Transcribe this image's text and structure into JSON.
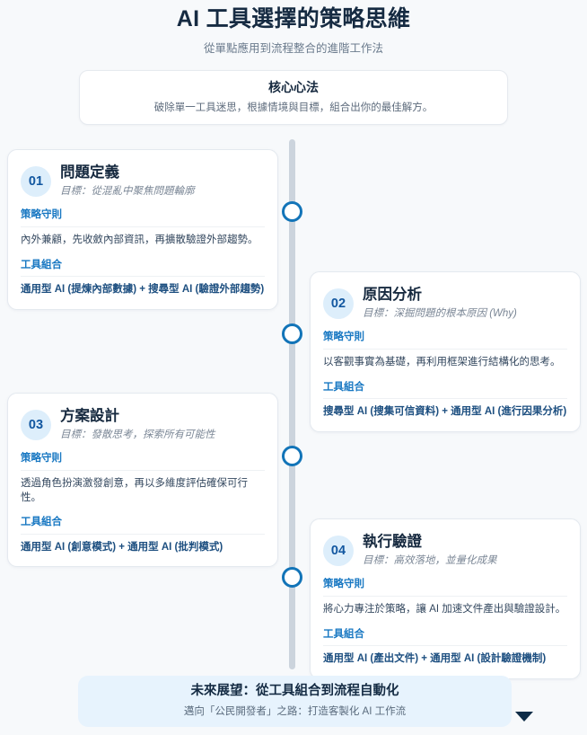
{
  "header": {
    "title": "AI 工具選擇的策略思維",
    "subtitle": "從單點應用到流程整合的進階工作法"
  },
  "core_concept": {
    "title": "核心心法",
    "description": "破除單一工具迷思，根據情境與目標，組合出你的最佳解方。"
  },
  "labels": {
    "principle": "策略守則",
    "toolset": "工具組合"
  },
  "steps": [
    {
      "number": "01",
      "title": "問題定義",
      "goal": "目標：從混亂中聚焦問題輪廓",
      "principle_label": "策略守則",
      "principle": "內外兼顧，先收斂內部資訊，再擴散驗證外部趨勢。",
      "toolset_label": "工具組合",
      "toolset": "通用型 AI (提煉內部數據) + 搜尋型 AI (驗證外部趨勢)"
    },
    {
      "number": "02",
      "title": "原因分析",
      "goal": "目標：深掘問題的根本原因 (Why)",
      "principle_label": "策略守則",
      "principle": "以客觀事實為基礎，再利用框架進行結構化的思考。",
      "toolset_label": "工具組合",
      "toolset": "搜尋型 AI (搜集可信資料) + 通用型 AI (進行因果分析)"
    },
    {
      "number": "03",
      "title": "方案設計",
      "goal": "目標：發散思考，探索所有可能性",
      "principle_label": "策略守則",
      "principle": "透過角色扮演激發創意，再以多維度評估確保可行性。",
      "toolset_label": "工具組合",
      "toolset": "通用型 AI (創意模式) + 通用型 AI (批判模式)"
    },
    {
      "number": "04",
      "title": "執行驗證",
      "goal": "目標：高效落地，並量化成果",
      "principle_label": "策略守則",
      "principle": "將心力專注於策略，讓 AI 加速文件產出與驗證設計。",
      "toolset_label": "工具組合",
      "toolset": "通用型 AI (產出文件) + 通用型 AI (設計驗證機制)"
    }
  ],
  "footer": {
    "title": "未來展望：從工具組合到流程自動化",
    "description": "邁向「公民開發者」之路：打造客製化 AI 工作流",
    "chevron_icon": "chevron-down-icon"
  },
  "colors": {
    "background": "#f7f9fb",
    "accent_blue": "#1777c2",
    "badge_bg": "#ddeefb",
    "badge_text": "#1257a0",
    "timeline_line": "#ccd4dd",
    "timeline_dot_border": "#1274b8",
    "footer_bg": "#e7f3fd",
    "title_dark": "#162b42"
  }
}
